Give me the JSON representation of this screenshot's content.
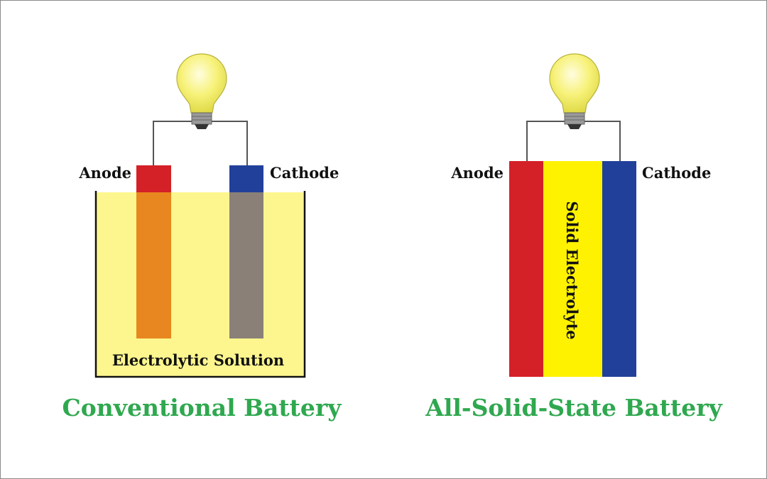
{
  "conventional": {
    "anode_label": "Anode",
    "cathode_label": "Cathode",
    "electrolyte_label": "Electrolytic Solution",
    "title": "Conventional Battery"
  },
  "solid_state": {
    "anode_label": "Anode",
    "cathode_label": "Cathode",
    "electrolyte_label": "Solid Electrolyte",
    "title": "All-Solid-State Battery"
  },
  "colors": {
    "anode": "#d42027",
    "cathode": "#21409a",
    "solution": "#fdf68e",
    "solid_electrolyte": "#fff200",
    "anode_submerged": "#e8861f",
    "cathode_submerged": "#8a8078",
    "title": "#2fa84f"
  }
}
